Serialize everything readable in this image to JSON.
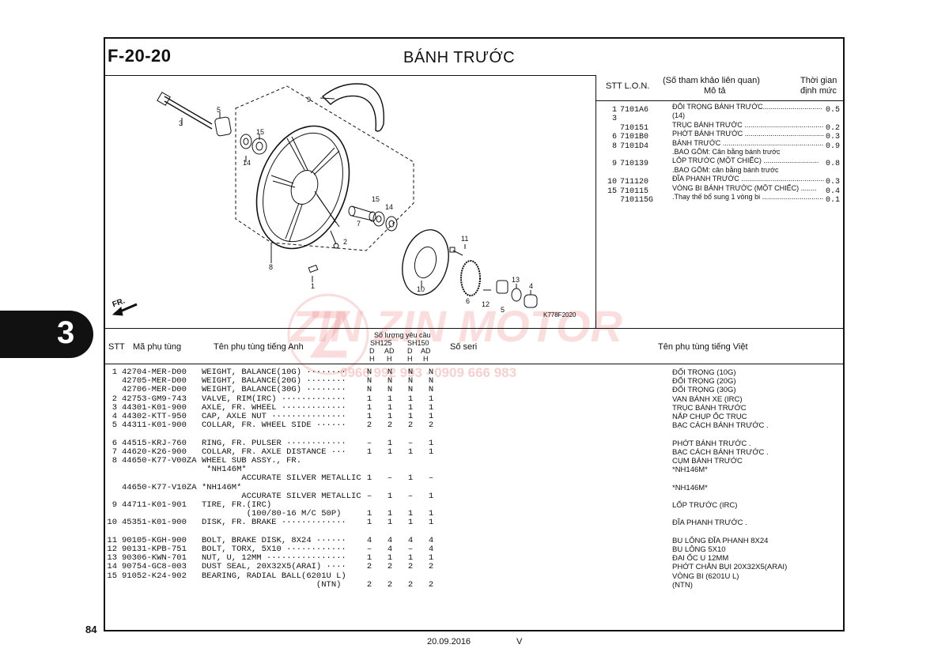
{
  "header": {
    "code": "F-20-20",
    "title": "BÁNH TRƯỚC"
  },
  "side_tab": "3",
  "page_number": "84",
  "footer": {
    "date": "20.09.2016",
    "version": "V"
  },
  "diagram": {
    "figure_code": "K778F2020",
    "fr_label": "FR.",
    "callouts": [
      "9",
      "3",
      "5",
      "15",
      "14",
      "7",
      "15",
      "14",
      "2",
      "8",
      "1",
      "11",
      "10",
      "13",
      "4",
      "6",
      "12",
      "5"
    ]
  },
  "watermark": {
    "brand": "ZIN ZIN MOTOR",
    "phone": "0966 992 993 - 0909 666 983"
  },
  "right_table": {
    "headers": {
      "stt_lon": "STT  L.O.N.",
      "desc_top": "(Số tham khảo liên quan)",
      "desc_bottom": "Mô tả",
      "time_top": "Thời gian",
      "time_bottom": "định mức"
    },
    "rows": [
      {
        "stt": "1",
        "lon": "7101A6",
        "desc": "ĐỐI TRỌNG BÁNH TRƯỚC..............................",
        "time": "0.5"
      },
      {
        "stt": "3",
        "lon": "",
        "desc": "(14)",
        "time": ""
      },
      {
        "stt": "",
        "lon": "710151",
        "desc": "TRỤC BÁNH TRƯỚC .........................................",
        "time": "0.2"
      },
      {
        "stt": "6",
        "lon": "7101B0",
        "desc": "PHỚT BÁNH TRƯỚC .........................................",
        "time": "0.3"
      },
      {
        "stt": "8",
        "lon": "7101D4",
        "desc": "BÁNH TRƯỚC .....................................................",
        "time": "0.9"
      },
      {
        "stt": "",
        "lon": "",
        "desc": ".BAO GỒM: Cân bằng bánh trước",
        "time": ""
      },
      {
        "stt": "9",
        "lon": "710139",
        "desc": "LỐP TRƯỚC (MỘT CHIẾC) ............................",
        "time": "0.8"
      },
      {
        "stt": "",
        "lon": "",
        "desc": ".BAO GỒM: cân bằng bánh trước",
        "time": ""
      },
      {
        "stt": "10",
        "lon": "711120",
        "desc": "ĐĨA PHANH TRƯỚC ..........................................",
        "time": "0.3"
      },
      {
        "stt": "15",
        "lon": "710115",
        "desc": "VÒNG BI BÁNH TRƯỚC (MỘT CHIẾC) ........",
        "time": "0.4"
      },
      {
        "stt": "",
        "lon": "710115G",
        "desc": ".Thay thế bổ sung 1 vòng bi ...............................",
        "time": "0.1"
      }
    ]
  },
  "parts_table": {
    "headers": {
      "stt": "STT",
      "part_no": "Mã phụ tùng",
      "name_en": "Tên phụ tùng tiếng Anh",
      "qty_title": "Số lượng yêu cầu",
      "sh125": "SH125",
      "sh150": "SH150",
      "d": "D",
      "ad": "AD",
      "h": "H",
      "serial": "Số seri",
      "name_vn": "Tên phụ tùng tiếng Việt"
    },
    "rows": [
      {
        "stt": "1",
        "pn": "42704-MER-D00",
        "en": "WEIGHT, BALANCE(10G) ········",
        "q": [
          "N",
          "N",
          "N",
          "N"
        ],
        "vn": "ĐỐI TRỌNG (10G)"
      },
      {
        "stt": "",
        "pn": "42705-MER-D00",
        "en": "WEIGHT, BALANCE(20G) ········",
        "q": [
          "N",
          "N",
          "N",
          "N"
        ],
        "vn": "ĐỐI TRỌNG (20G)"
      },
      {
        "stt": "",
        "pn": "42706-MER-D00",
        "en": "WEIGHT, BALANCE(30G) ········",
        "q": [
          "N",
          "N",
          "N",
          "N"
        ],
        "vn": "ĐỐI TRỌNG (30G)"
      },
      {
        "stt": "2",
        "pn": "42753-GM9-743",
        "en": "VALVE, RIM(IRC) ·············",
        "q": [
          "1",
          "1",
          "1",
          "1"
        ],
        "vn": "VAN BÁNH XE (IRC)"
      },
      {
        "stt": "3",
        "pn": "44301-K01-900",
        "en": "AXLE, FR. WHEEL ·············",
        "q": [
          "1",
          "1",
          "1",
          "1"
        ],
        "vn": "TRỤC BÁNH TRƯỚC"
      },
      {
        "stt": "4",
        "pn": "44302-KTT-950",
        "en": "CAP, AXLE NUT ···············",
        "q": [
          "1",
          "1",
          "1",
          "1"
        ],
        "vn": "NẮP CHỤP ỐC TRỤC"
      },
      {
        "stt": "5",
        "pn": "44311-K01-900",
        "en": "COLLAR, FR. WHEEL SIDE ······",
        "q": [
          "2",
          "2",
          "2",
          "2"
        ],
        "vn": "BẠC CÁCH BÁNH TRƯỚC ."
      },
      {
        "stt": "",
        "pn": "",
        "en": "",
        "q": [
          "",
          "",
          "",
          ""
        ],
        "vn": ""
      },
      {
        "stt": "6",
        "pn": "44515-KRJ-760",
        "en": "RING, FR. PULSER ············",
        "q": [
          "–",
          "1",
          "–",
          "1"
        ],
        "vn": "PHỚT BÁNH TRƯỚC ."
      },
      {
        "stt": "7",
        "pn": "44620-K26-900",
        "en": "COLLAR, FR. AXLE DISTANCE ···",
        "q": [
          "1",
          "1",
          "1",
          "1"
        ],
        "vn": "BẠC CÁCH BÁNH TRƯỚC ."
      },
      {
        "stt": "8",
        "pn": "44650-K77-V00ZA",
        "en": "WHEEL SUB ASSY., FR.",
        "q": [
          "",
          "",
          "",
          ""
        ],
        "vn": "CỤM BÁNH TRƯỚC"
      },
      {
        "stt": "",
        "pn": "",
        "en": " *NH146M*",
        "q": [
          "",
          "",
          "",
          ""
        ],
        "vn": "*NH146M*"
      },
      {
        "stt": "",
        "pn": "",
        "en": "        ACCURATE SILVER METALLIC",
        "q": [
          "1",
          "–",
          "1",
          "–"
        ],
        "vn": ""
      },
      {
        "stt": "",
        "pn": "44650-K77-V10ZA",
        "en": "*NH146M*",
        "q": [
          "",
          "",
          "",
          ""
        ],
        "vn": "*NH146M*"
      },
      {
        "stt": "",
        "pn": "",
        "en": "        ACCURATE SILVER METALLIC",
        "q": [
          "–",
          "1",
          "–",
          "1"
        ],
        "vn": ""
      },
      {
        "stt": "9",
        "pn": "44711-K01-901",
        "en": "TIRE, FR.(IRC)",
        "q": [
          "",
          "",
          "",
          ""
        ],
        "vn": "LỐP TRƯỚC (IRC)"
      },
      {
        "stt": "",
        "pn": "",
        "en": "         (100/80-16 M/C 50P)",
        "q": [
          "1",
          "1",
          "1",
          "1"
        ],
        "vn": ""
      },
      {
        "stt": "10",
        "pn": "45351-K01-900",
        "en": "DISK, FR. BRAKE ·············",
        "q": [
          "1",
          "1",
          "1",
          "1"
        ],
        "vn": "ĐĨA PHANH TRƯỚC ."
      },
      {
        "stt": "",
        "pn": "",
        "en": "",
        "q": [
          "",
          "",
          "",
          ""
        ],
        "vn": ""
      },
      {
        "stt": "11",
        "pn": "90105-KGH-900",
        "en": "BOLT, BRAKE DISK, 8X24 ······",
        "q": [
          "4",
          "4",
          "4",
          "4"
        ],
        "vn": "BU LÔNG ĐĨA PHANH 8X24"
      },
      {
        "stt": "12",
        "pn": "90131-KPB-751",
        "en": "BOLT, TORX, 5X10 ············",
        "q": [
          "–",
          "4",
          "–",
          "4"
        ],
        "vn": "BU LÔNG 5X10"
      },
      {
        "stt": "13",
        "pn": "90306-KWN-701",
        "en": "NUT, U, 12MM ················",
        "q": [
          "1",
          "1",
          "1",
          "1"
        ],
        "vn": "ĐAI ỐC U 12MM"
      },
      {
        "stt": "14",
        "pn": "90754-GC8-003",
        "en": "DUST SEAL, 20X32X5(ARAI) ····",
        "q": [
          "2",
          "2",
          "2",
          "2"
        ],
        "vn": "PHỚT CHẮN BỤI 20X32X5(ARAI)"
      },
      {
        "stt": "15",
        "pn": "91052-K24-902",
        "en": "BEARING, RADIAL BALL(6201U L)",
        "q": [
          "",
          "",
          "",
          ""
        ],
        "vn": "VÒNG BI (6201U L)"
      },
      {
        "stt": "",
        "pn": "",
        "en": "                       (NTN)",
        "q": [
          "2",
          "2",
          "2",
          "2"
        ],
        "vn": "(NTN)"
      }
    ]
  }
}
